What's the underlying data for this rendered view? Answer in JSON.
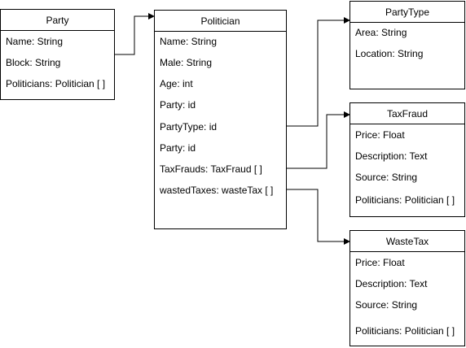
{
  "entities": {
    "party": {
      "title": "Party",
      "fields": [
        "Name: String",
        "Block: String",
        "Politicians: Politician [ ]"
      ]
    },
    "politician": {
      "title": "Politician",
      "fields": [
        "Name: String",
        "Male: String",
        "Age: int",
        "Party: id",
        "PartyType: id",
        "Party: id",
        "TaxFrauds: TaxFraud [ ]",
        "wastedTaxes: wasteTax [ ]"
      ]
    },
    "party_type": {
      "title": "PartyType",
      "fields": [
        "Area: String",
        "Location: String"
      ]
    },
    "tax_fraud": {
      "title": "TaxFraud",
      "fields": [
        "Price: Float",
        "Description: Text",
        "Source: String",
        "Politicians: Politician [ ]"
      ]
    },
    "waste_tax": {
      "title": "WasteTax",
      "fields": [
        "Price: Float",
        "Description: Text",
        "Source: String",
        "Politicians: Politician [ ]"
      ]
    }
  },
  "relations": [
    {
      "from": "party",
      "to": "politician"
    },
    {
      "from": "politician",
      "to": "party_type"
    },
    {
      "from": "politician",
      "to": "tax_fraud"
    },
    {
      "from": "politician",
      "to": "waste_tax"
    }
  ]
}
